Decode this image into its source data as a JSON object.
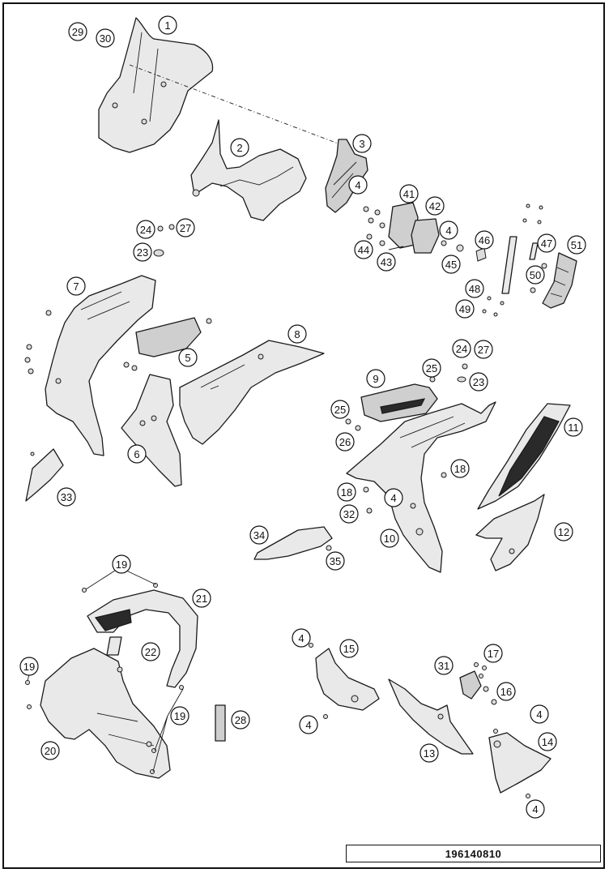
{
  "drawing_number": "196140810",
  "callouts": [
    {
      "label": "1"
    },
    {
      "label": "29"
    },
    {
      "label": "30"
    },
    {
      "label": "2"
    },
    {
      "label": "3"
    },
    {
      "label": "4"
    },
    {
      "label": "41"
    },
    {
      "label": "42"
    },
    {
      "label": "4"
    },
    {
      "label": "46"
    },
    {
      "label": "47"
    },
    {
      "label": "51"
    },
    {
      "label": "44"
    },
    {
      "label": "43"
    },
    {
      "label": "45"
    },
    {
      "label": "50"
    },
    {
      "label": "48"
    },
    {
      "label": "49"
    },
    {
      "label": "24"
    },
    {
      "label": "27"
    },
    {
      "label": "23"
    },
    {
      "label": "7"
    },
    {
      "label": "5"
    },
    {
      "label": "8"
    },
    {
      "label": "6"
    },
    {
      "label": "33"
    },
    {
      "label": "24"
    },
    {
      "label": "27"
    },
    {
      "label": "25"
    },
    {
      "label": "23"
    },
    {
      "label": "9"
    },
    {
      "label": "25"
    },
    {
      "label": "26"
    },
    {
      "label": "11"
    },
    {
      "label": "18"
    },
    {
      "label": "18"
    },
    {
      "label": "4"
    },
    {
      "label": "32"
    },
    {
      "label": "10"
    },
    {
      "label": "12"
    },
    {
      "label": "34"
    },
    {
      "label": "35"
    },
    {
      "label": "19"
    },
    {
      "label": "21"
    },
    {
      "label": "22"
    },
    {
      "label": "19"
    },
    {
      "label": "20"
    },
    {
      "label": "19"
    },
    {
      "label": "28"
    },
    {
      "label": "4"
    },
    {
      "label": "15"
    },
    {
      "label": "4"
    },
    {
      "label": "17"
    },
    {
      "label": "31"
    },
    {
      "label": "16"
    },
    {
      "label": "4"
    },
    {
      "label": "13"
    },
    {
      "label": "14"
    },
    {
      "label": "4"
    }
  ]
}
